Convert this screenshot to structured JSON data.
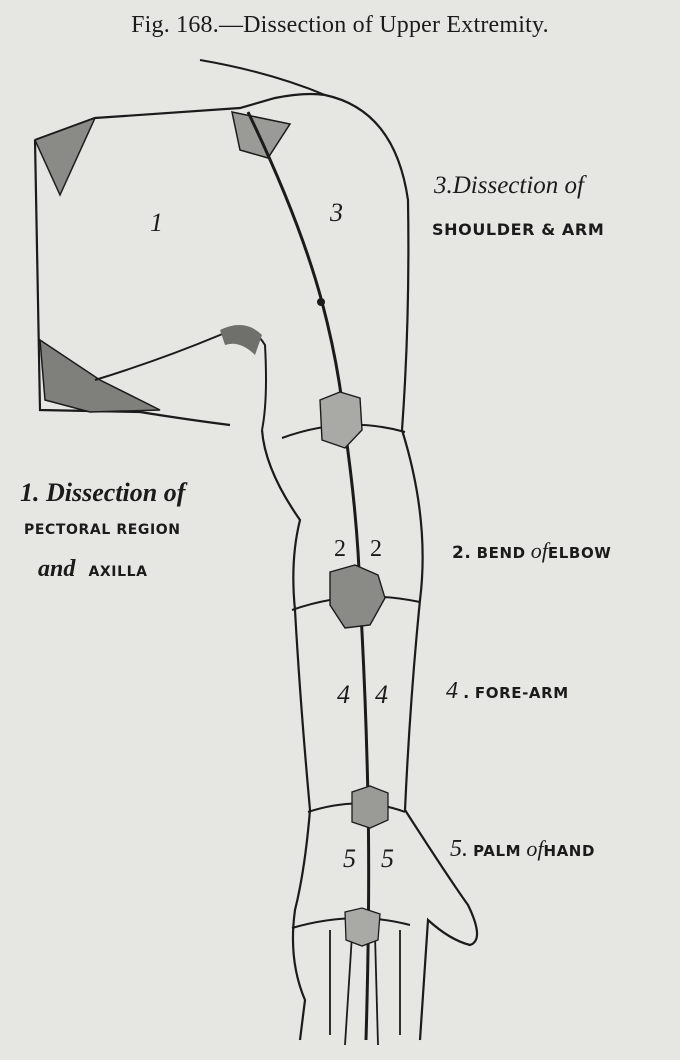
{
  "figure": {
    "title": "Fig. 168.—Dissection of Upper Extremity."
  },
  "labels": {
    "dissection_3_italic": "3.Dissection of",
    "dissection_3_caps": "SHOULDER & ARM",
    "dissection_1_italic": "1. Dissection of",
    "dissection_1_caps": "PECTORAL REGION",
    "dissection_1_and": "and",
    "dissection_1_axilla": "AXILLA",
    "bend_num": "2.",
    "bend_a": "BEND",
    "bend_of": "of",
    "bend_b": "ELBOW",
    "forearm_num": "4",
    "forearm_dot": ".",
    "forearm_text": "FORE-ARM",
    "palm_num": "5.",
    "palm_a": "PALM",
    "palm_of": "of",
    "palm_b": "HAND"
  },
  "region_numbers": {
    "r1": "1",
    "r3": "3",
    "r2_left": "2",
    "r2_right": "2",
    "r4_left": "4",
    "r4_right": "4",
    "r5_left": "5",
    "r5_right": "5"
  },
  "colors": {
    "ink": "#1b1b1b",
    "paper": "#e6e7e3",
    "flap_fill": "#8a8a86"
  }
}
